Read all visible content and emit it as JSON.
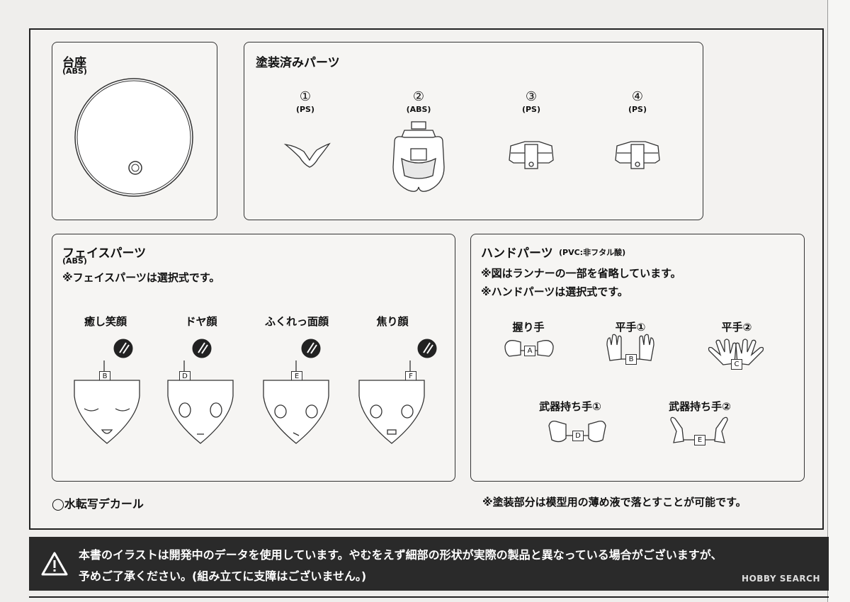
{
  "stand": {
    "title": "台座",
    "material": "(ABS)"
  },
  "painted": {
    "title": "塗装済みパーツ",
    "parts": [
      {
        "num": "①",
        "material": "(PS)"
      },
      {
        "num": "②",
        "material": "(ABS)"
      },
      {
        "num": "③",
        "material": "(PS)"
      },
      {
        "num": "④",
        "material": "(PS)"
      }
    ]
  },
  "face": {
    "title": "フェイスパーツ",
    "material": "(ABS)",
    "note": "※フェイスパーツは選択式です。",
    "items": [
      {
        "name": "癒し笑顔",
        "tag": "B"
      },
      {
        "name": "ドヤ顔",
        "tag": "D"
      },
      {
        "name": "ふくれっ面顔",
        "tag": "E"
      },
      {
        "name": "焦り顔",
        "tag": "F"
      }
    ]
  },
  "hand": {
    "title": "ハンドパーツ",
    "material": "(PVC:非フタル酸)",
    "note1": "※図はランナーの一部を省略しています。",
    "note2": "※ハンドパーツは選択式です。",
    "items": [
      {
        "name": "握り手",
        "tag": "A"
      },
      {
        "name": "平手①",
        "tag": "B"
      },
      {
        "name": "平手②",
        "tag": "C"
      },
      {
        "name": "武器持ち手①",
        "tag": "D"
      },
      {
        "name": "武器持ち手②",
        "tag": "E"
      }
    ]
  },
  "decal": "◯水転写デカール",
  "paint_note": "※塗装部分は模型用の薄め液で落とすことが可能です。",
  "notice": {
    "line1": "本書のイラストは開発中のデータを使用しています。やむをえず細部の形状が実際の製品と異なっている場合がございますが、",
    "line2": "予めご了承ください。(組み立てに支障はございません。)"
  },
  "watermark": "HOBBY SEARCH"
}
